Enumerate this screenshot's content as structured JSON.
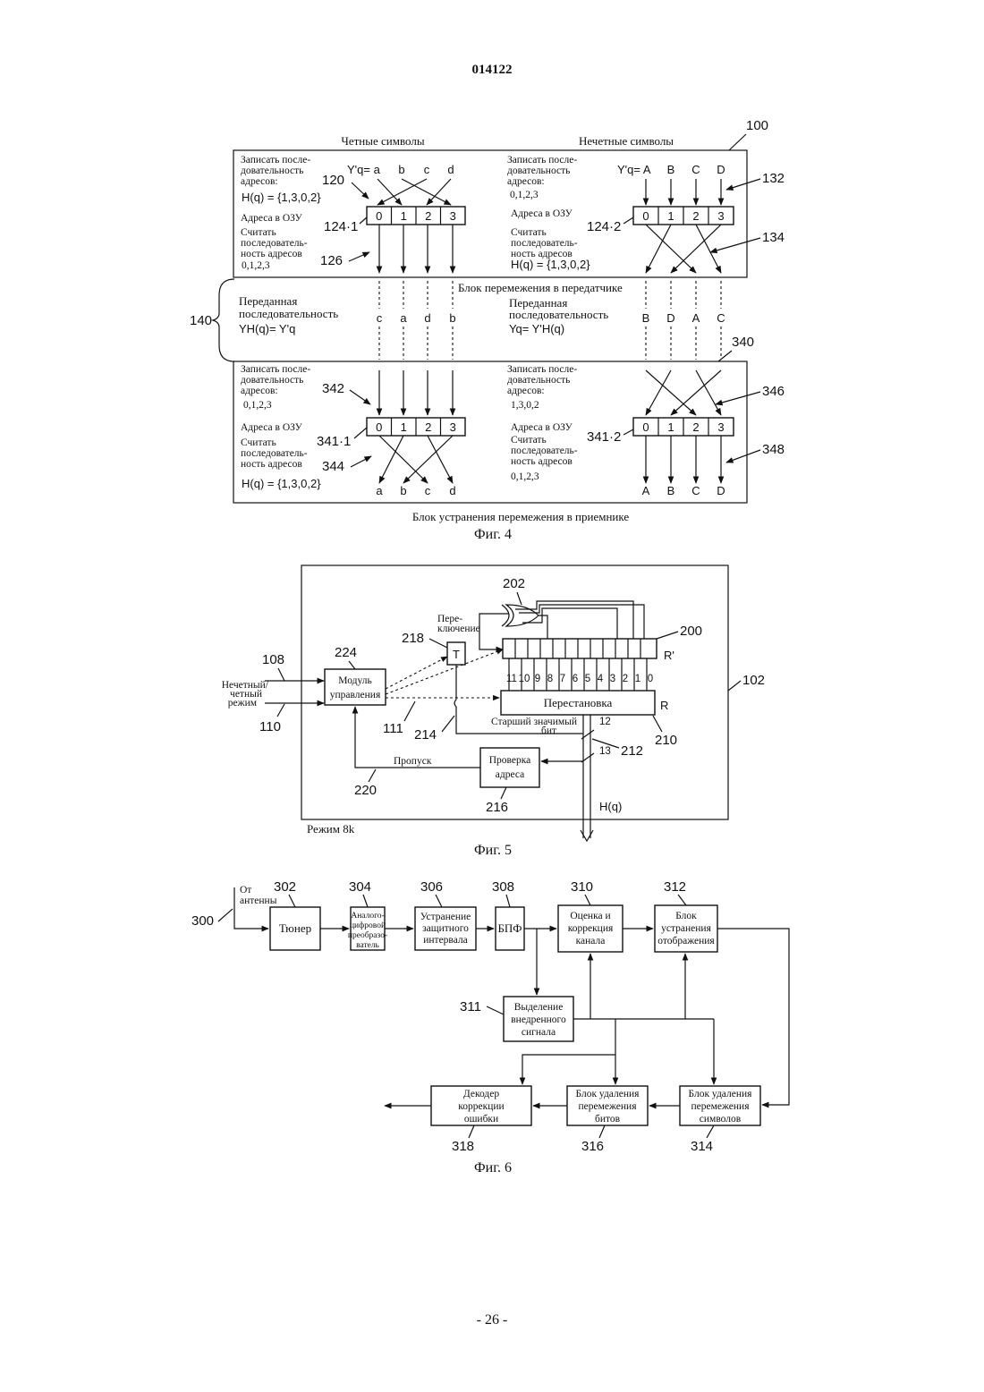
{
  "header": {
    "doc_number": "014122"
  },
  "footer": {
    "page": "- 26 -"
  },
  "fig4": {
    "caption": "Фиг. 4",
    "col_even": "Четные символы",
    "col_odd": "Нечетные символы",
    "ref_100": "100",
    "ref_120": "120",
    "ref_124_1": "124·1",
    "ref_126": "126",
    "ref_132": "132",
    "ref_124_2": "124·2",
    "ref_134": "134",
    "ref_140": "140",
    "ref_340": "340",
    "ref_342": "342",
    "ref_341_1": "341·1",
    "ref_344": "344",
    "ref_346": "346",
    "ref_341_2": "341·2",
    "ref_348": "348",
    "tx_write_l": [
      "Записать после-",
      "довательность",
      "адресов:"
    ],
    "tx_write_l_seq": "H(q) = {1,3,0,2}",
    "tx_yq_l": "Y'q= a",
    "lower_letters": [
      "a",
      "b",
      "c",
      "d"
    ],
    "upper_letters": [
      "A",
      "B",
      "C",
      "D"
    ],
    "tx_yq_r": "Y'q= A",
    "tx_write_r": [
      "Записать после-",
      "довательность",
      "адресов:"
    ],
    "tx_write_r_seq": "0,1,2,3",
    "ram_label": "Адреса в ОЗУ",
    "cells": [
      "0",
      "1",
      "2",
      "3"
    ],
    "read_l": [
      "Считать",
      "последователь-",
      "ность адресов"
    ],
    "read_l_seq": "0,1,2,3",
    "read_r": [
      "Считать",
      "последователь-",
      "ность адресов"
    ],
    "read_r_seq": "H(q) = {1,3,0,2}",
    "mid_title": "Блок перемежения в передатчике",
    "mid_l": [
      "Переданная",
      "последовательность"
    ],
    "mid_l_eq": "YH(q)= Y'q",
    "mid_r": [
      "Переданная",
      "последовательность"
    ],
    "mid_r_eq": "Yq= Y'H(q)",
    "mid_l_letters": [
      "c",
      "a",
      "d",
      "b"
    ],
    "mid_r_letters": [
      "B",
      "D",
      "A",
      "C"
    ],
    "rx_write_l": [
      "Записать после-",
      "довательность",
      "адресов:"
    ],
    "rx_write_l_seq": "0,1,2,3",
    "rx_write_r": [
      "Записать после-",
      "довательность",
      "адресов:"
    ],
    "rx_write_r_seq": "1,3,0,2",
    "rx_read_l_seq": "H(q) = {1,3,0,2}",
    "rx_read_r_seq": "0,1,2,3",
    "bottom_title": "Блок устранения перемежения в приемнике"
  },
  "fig5": {
    "caption": "Фиг. 5",
    "mode": "Режим 8k",
    "ref_202": "202",
    "ref_218": "218",
    "ref_200": "200",
    "ref_224": "224",
    "ref_108": "108",
    "ref_110": "110",
    "ref_111": "111",
    "ref_214": "214",
    "ref_212": "212",
    "ref_210": "210",
    "ref_102": "102",
    "ref_220": "220",
    "ref_216": "216",
    "switch": [
      "Пере-",
      "ключение"
    ],
    "t": "T",
    "rprime": "R'",
    "r": "R",
    "bits": [
      "11",
      "10",
      "9",
      "8",
      "7",
      "6",
      "5",
      "4",
      "3",
      "2",
      "1",
      "0"
    ],
    "control": [
      "Модуль",
      "управления"
    ],
    "mode_in": [
      "Нечетный/",
      "четный",
      "режим"
    ],
    "perm": "Перестановка",
    "msb": [
      "Старший значимый",
      "бит"
    ],
    "n12": "12",
    "n13": "13",
    "addr_check": [
      "Проверка",
      "адреса"
    ],
    "skip": "Пропуск",
    "hq": "H(q)"
  },
  "fig6": {
    "caption": "Фиг. 6",
    "ref_300": "300",
    "ref_302": "302",
    "ref_304": "304",
    "ref_306": "306",
    "ref_308": "308",
    "ref_310": "310",
    "ref_312": "312",
    "ref_311": "311",
    "ref_318": "318",
    "ref_316": "316",
    "ref_314": "314",
    "antenna": [
      "От",
      "антенны"
    ],
    "tuner": "Тюнер",
    "adc": [
      "Аналого-",
      "цифровой",
      "преобразо-",
      "ватель"
    ],
    "guard": [
      "Устранение",
      "защитного",
      "интервала"
    ],
    "fft": "БПФ",
    "channel": [
      "Оценка и",
      "коррекция",
      "канала"
    ],
    "demap": [
      "Блок",
      "устранения",
      "отображения"
    ],
    "embedded": [
      "Выделение",
      "внедренного",
      "сигнала"
    ],
    "decoder": [
      "Декодер",
      "коррекции",
      "ошибки"
    ],
    "bit_deint": [
      "Блок удаления",
      "перемежения",
      "битов"
    ],
    "sym_deint": [
      "Блок удаления",
      "перемежения",
      "символов"
    ]
  }
}
